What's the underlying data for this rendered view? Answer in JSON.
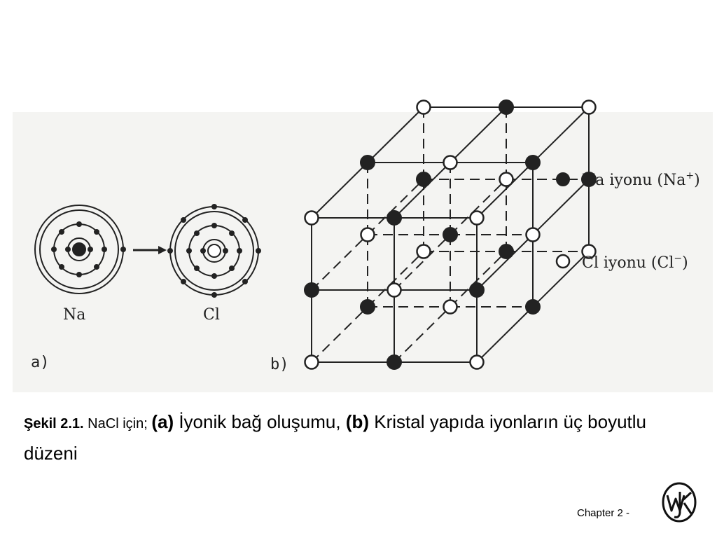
{
  "figure": {
    "panel_a": {
      "marker": "a)",
      "atoms": [
        {
          "symbol": "Na"
        },
        {
          "symbol": "Cl"
        }
      ]
    },
    "panel_b": {
      "marker": "b)",
      "structure": "NaCl cubic lattice",
      "legend": [
        {
          "label": "Na iyonu (Na",
          "superscript": "+",
          "closing": ")",
          "ion": "sodium",
          "fill": "#222222"
        },
        {
          "label": "Cl iyonu (Cl",
          "superscript": "−",
          "closing": ")",
          "ion": "chloride",
          "fill": "#ffffff"
        }
      ]
    },
    "colors": {
      "panel_background": "#f4f4f2",
      "ink": "#222222"
    }
  },
  "caption": {
    "figure_number": "Şekil 2.1.",
    "intro": " NaCl için; ",
    "part_a_marker": "(a)",
    "part_a_text": " İyonik bağ oluşumu, ",
    "part_b_marker": "(b)",
    "part_b_text": " Kristal yapıda iyonların üç  boyutlu düzeni"
  },
  "footer": {
    "chapter_label": "Chapter 2 -",
    "logo": "wiley-logo"
  }
}
